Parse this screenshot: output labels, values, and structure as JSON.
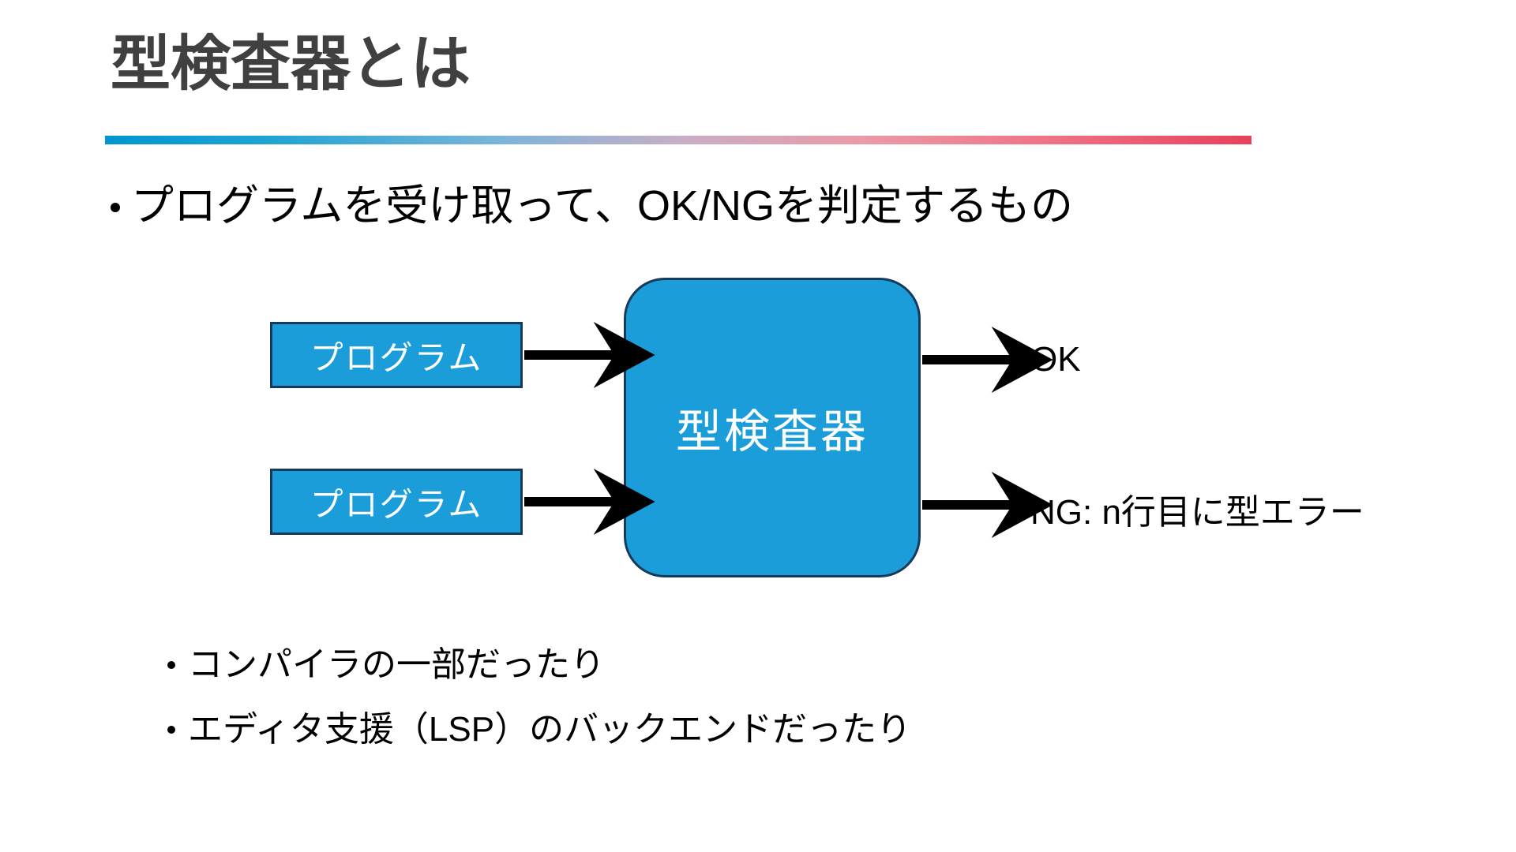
{
  "slide": {
    "title": "型検査器とは",
    "title_color": "#404040",
    "background": "#ffffff",
    "rule_gradient_from": "#0096cf",
    "rule_gradient_to": "#e8405c"
  },
  "bullets": {
    "main": "プログラムを受け取って、OK/NGを判定するもの",
    "sub": [
      "コンパイラの一部だったり",
      "エディタ支援（LSP）のバックエンドだったり"
    ]
  },
  "diagram": {
    "box_fill": "#1b9dd9",
    "box_border": "#17395a",
    "box_text_color": "#ffffff",
    "arrow_color": "#000000",
    "inputs": [
      {
        "label": "プログラム"
      },
      {
        "label": "プログラム"
      }
    ],
    "processor": {
      "label": "型検査器"
    },
    "outputs": [
      {
        "label": "OK"
      },
      {
        "label": "NG: n行目に型エラー"
      }
    ]
  }
}
